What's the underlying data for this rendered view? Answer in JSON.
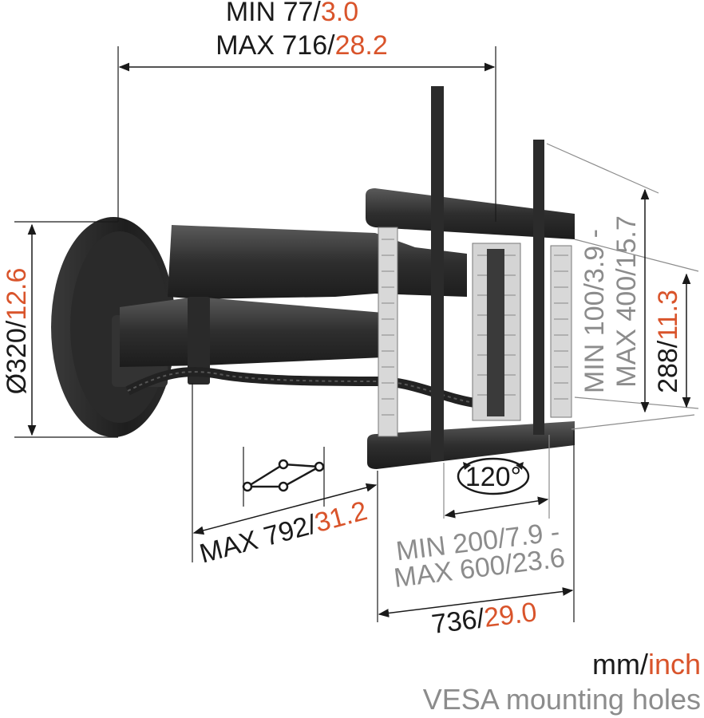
{
  "colors": {
    "black": "#1a1a1a",
    "accent": "#d9542b",
    "gray": "#8c8c8c"
  },
  "dimensions": {
    "depth_min": {
      "label": "MIN 77/",
      "value": "3.0"
    },
    "depth_max": {
      "label": "MAX 716/",
      "value": "28.2"
    },
    "plate_diameter": {
      "label": "Ø320/",
      "value": "12.6"
    },
    "reach_max": {
      "label": "MAX 792/",
      "value": "31.2"
    },
    "vesa_v_min": {
      "label": "MIN 100/",
      "value": "3.9 -"
    },
    "vesa_v_max": {
      "label": "MAX 400/",
      "value": "15.7"
    },
    "height": {
      "label": "288/",
      "value": "11.3"
    },
    "rotation": {
      "label": "120°"
    },
    "vesa_h_min": {
      "label": "MIN 200/",
      "value": "7.9 -"
    },
    "vesa_h_max": {
      "label": "MAX 600/",
      "value": "23.6"
    },
    "width": {
      "label": "736/",
      "value": "29.0"
    }
  },
  "legend": {
    "units_mm": "mm/",
    "units_inch": "inch",
    "vesa_note": "VESA mounting holes"
  }
}
